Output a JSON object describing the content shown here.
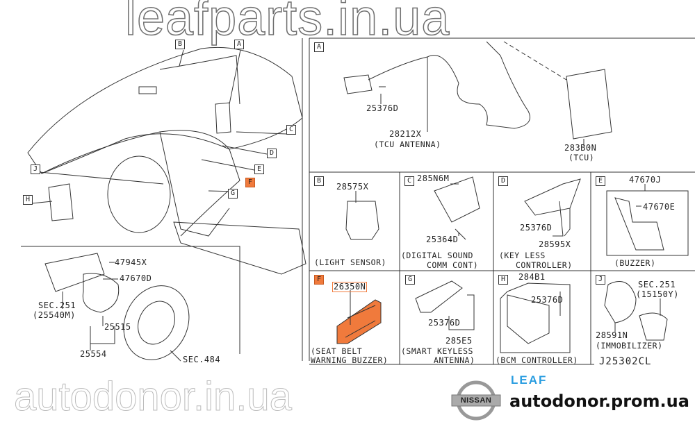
{
  "callouts": {
    "A": "A",
    "B": "B",
    "C": "C",
    "D": "D",
    "E": "E",
    "F": "F",
    "G": "G",
    "H": "H",
    "J": "J"
  },
  "left_parts": {
    "p47945x": "47945X",
    "p47670d": "47670D",
    "sec251": "SEC.251",
    "sec251_code": "(25540M)",
    "p25515": "25515",
    "p25554": "25554",
    "sec484": "SEC.484"
  },
  "panel_a": {
    "bolt": "25376D",
    "antenna_part": "28212X",
    "antenna_caption": "(TCU ANTENNA)",
    "tcu_part": "283B0N",
    "tcu_caption": "(TCU)"
  },
  "panel_b": {
    "part": "28575X",
    "caption": "(LIGHT SENSOR)"
  },
  "panel_c": {
    "part": "285N6M",
    "bolt": "25364D",
    "caption1": "(DIGITAL SOUND",
    "caption2": "COMM CONT)"
  },
  "panel_d": {
    "bolt": "25376D",
    "part": "28595X",
    "caption1": "(KEY LESS",
    "caption2": "CONTROLLER)"
  },
  "panel_e": {
    "part": "47670J",
    "sub": "47670E",
    "caption": "(BUZZER)"
  },
  "panel_f": {
    "part": "26350N",
    "caption1": "(SEAT BELT",
    "caption2": "WARNING BUZZER)"
  },
  "panel_g": {
    "bolt": "25376D",
    "part": "285E5",
    "caption1": "(SMART KEYLESS",
    "caption2": "ANTENNA)"
  },
  "panel_h": {
    "part": "284B1",
    "bolt": "25376D",
    "caption": "(BCM CONTROLLER)"
  },
  "panel_j": {
    "sec": "SEC.251",
    "sec_code": "(15150Y)",
    "part": "28591N",
    "caption": "(IMMOBILIZER)"
  },
  "diagram_code": "J25302CL",
  "watermarks": {
    "top": "leafparts.in.ua",
    "bottom": "autodonor.in.ua"
  },
  "branding": {
    "logo_text": "NISSAN",
    "model": "LEAF",
    "site": "autodonor.prom.ua"
  },
  "colors": {
    "highlight": "#f07a3c",
    "leaf_blue": "#2a9de0"
  }
}
